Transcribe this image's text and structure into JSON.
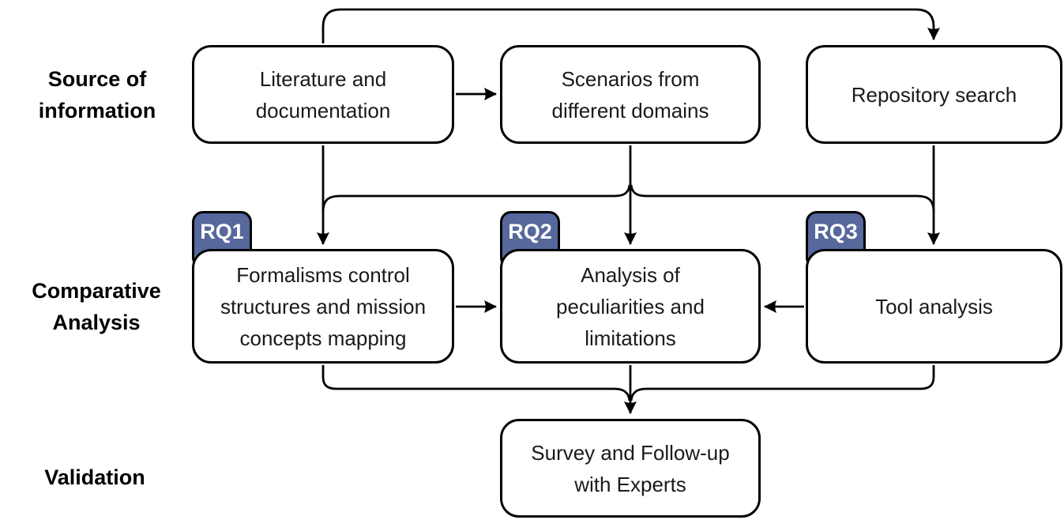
{
  "colors": {
    "line": "#000000",
    "tag_fill": "#56689c",
    "box_fill": "#ffffff"
  },
  "row_labels": [
    {
      "id": "source",
      "label": "Source of information"
    },
    {
      "id": "comparative",
      "label": "Comparative Analysis"
    },
    {
      "id": "validation",
      "label": "Validation"
    }
  ],
  "boxes": {
    "literature": {
      "label": "Literature and documentation"
    },
    "scenarios": {
      "label": "Scenarios from different domains"
    },
    "repository": {
      "label": "Repository search"
    },
    "formalisms": {
      "label": "Formalisms control structures and mission concepts mapping",
      "tag": "RQ1"
    },
    "analysis": {
      "label": "Analysis of peculiarities and limitations",
      "tag": "RQ2"
    },
    "tool": {
      "label": "Tool analysis",
      "tag": "RQ3"
    },
    "survey": {
      "label": "Survey and Follow-up with Experts"
    }
  },
  "edges": [
    {
      "from": "literature",
      "to": "repository",
      "route": "over-top"
    },
    {
      "from": "literature",
      "to": "scenarios"
    },
    {
      "from": "literature",
      "to": "formalisms"
    },
    {
      "from": "scenarios",
      "to": "analysis"
    },
    {
      "from": "scenarios",
      "to": "formalisms",
      "route": "bus-upper"
    },
    {
      "from": "scenarios",
      "to": "tool",
      "route": "bus-upper"
    },
    {
      "from": "repository",
      "to": "tool"
    },
    {
      "from": "formalisms",
      "to": "analysis"
    },
    {
      "from": "tool",
      "to": "analysis"
    },
    {
      "from": "formalisms",
      "to": "survey",
      "route": "bus-lower"
    },
    {
      "from": "analysis",
      "to": "survey"
    },
    {
      "from": "tool",
      "to": "survey",
      "route": "bus-lower"
    }
  ]
}
